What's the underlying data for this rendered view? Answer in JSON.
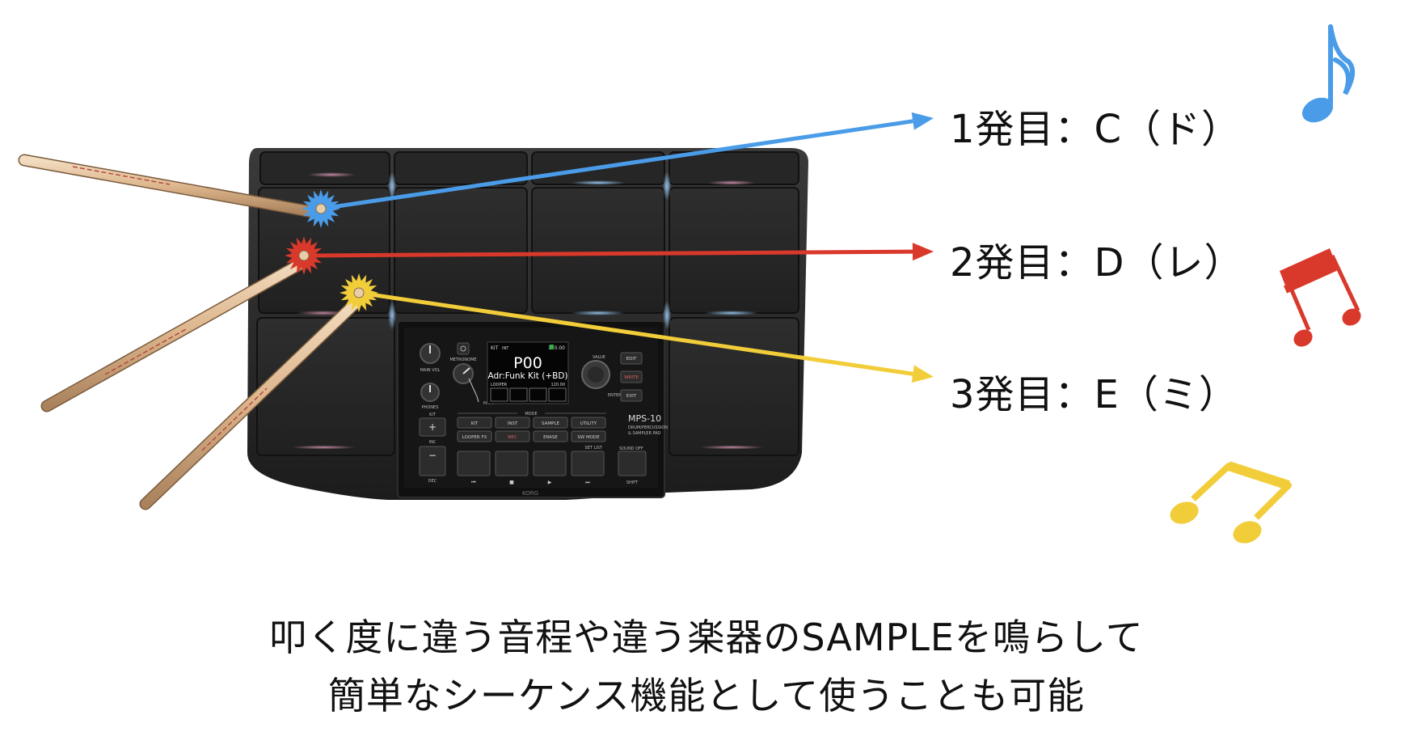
{
  "notes": [
    {
      "label": "1発目：C（ド）",
      "color": "#4a9ce8"
    },
    {
      "label": "2発目：D（レ）",
      "color": "#d9392b"
    },
    {
      "label": "3発目：E（ミ）",
      "color": "#f2cd3a"
    }
  ],
  "caption": {
    "line1": "叩く度に違う音程や違う楽器のSAMPLEを鳴らして",
    "line2": "簡単なシーケンス機能として使うことも可能"
  },
  "device": {
    "model": "MPS-10",
    "subtitle1": "DRUM/PERCUSSION",
    "subtitle2": "& SAMPLER PAD",
    "brand": "KORG",
    "lcd": {
      "kit_label": "KIT",
      "kit_badge": "INT",
      "tempo": "120.00",
      "program": "P00",
      "kit_name": "Adr:Funk Kit (+BD)",
      "looper_label": "LOOPER",
      "looper_tempo": "120.00"
    },
    "knobs": {
      "main_vol": "MAIN VOL",
      "phones": "PHONES",
      "metronome": "METRONOME",
      "value": "VALUE",
      "enter": "ENTER",
      "pads": "PADS"
    },
    "side_buttons": [
      "EDIT",
      "WRITE",
      "EXIT"
    ],
    "kit_section": "KIT",
    "inc_label": "INC",
    "dec_label": "DEC",
    "mode_label": "MODE",
    "mode_row1": [
      "KIT",
      "INST",
      "SAMPLE",
      "UTILITY"
    ],
    "mode_row2": [
      "LOOPER FX",
      "REC",
      "ERASE",
      "SW MODE"
    ],
    "set_list": "SET LIST",
    "sound_off": "SOUND OFF",
    "shift": "SHIFT",
    "transport_icons": [
      "rewind-icon",
      "stop-icon",
      "play-icon",
      "fast-forward-icon"
    ]
  }
}
